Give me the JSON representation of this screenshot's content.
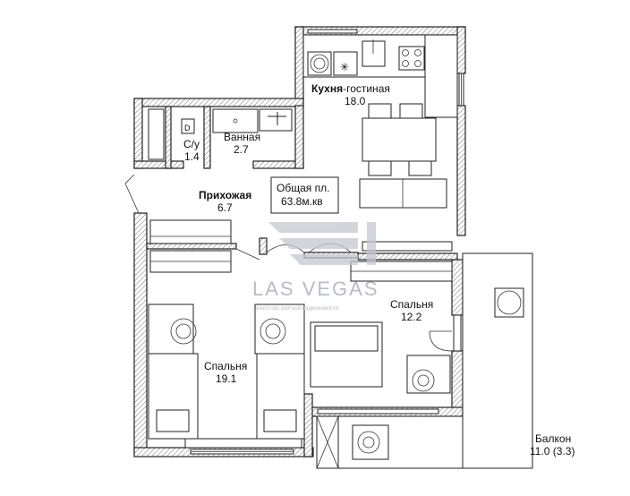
{
  "rooms": {
    "kitchen": {
      "name_bold": "Кухня",
      "name_rest": "-гостиная",
      "area": "18.0"
    },
    "wc": {
      "name": "С/у",
      "area": "1.4"
    },
    "bath": {
      "name": "Ванная",
      "area": "2.7"
    },
    "hall": {
      "name": "Прихожая",
      "area": "6.7"
    },
    "total": {
      "line1": "Общая пл.",
      "line2": "63.8м.кв"
    },
    "bedroom_small": {
      "name": "Спальня",
      "area": "12.2"
    },
    "bedroom_large": {
      "name": "Спальня",
      "area": "19.1"
    },
    "balcony": {
      "name": "Балкон",
      "area": "11.0 (3.3)"
    }
  },
  "watermark": {
    "brand": "LAS VEGAS",
    "tagline": "агентство элитной недвижимости"
  },
  "colors": {
    "wall_hatch": "#777777",
    "watermark": "#b8bcc4"
  }
}
